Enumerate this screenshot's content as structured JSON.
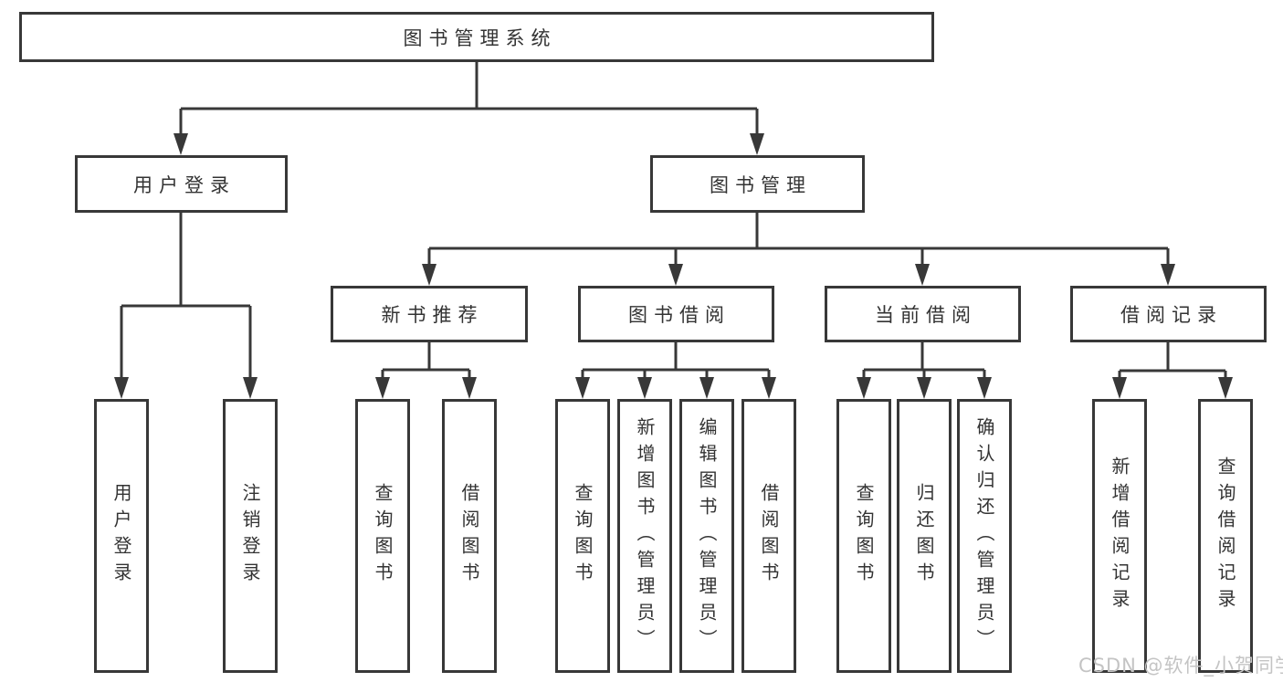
{
  "diagram": {
    "title": "图书管理系统",
    "branches": [
      {
        "label": "用户登录",
        "children": [
          "用户登录",
          "注销登录"
        ]
      },
      {
        "label": "图书管理",
        "sections": [
          {
            "label": "新书推荐",
            "children": [
              "查询图书",
              "借阅图书"
            ]
          },
          {
            "label": "图书借阅",
            "children": [
              "查询图书",
              "新增图书（管理员）",
              "编辑图书（管理员）",
              "借阅图书"
            ]
          },
          {
            "label": "当前借阅",
            "children": [
              "查询图书",
              "归还图书",
              "确认归还（管理员）"
            ]
          },
          {
            "label": "借阅记录",
            "children": [
              "新增借阅记录",
              "查询借阅记录"
            ]
          }
        ]
      }
    ],
    "colors": {
      "line": "#383838",
      "text": "#333333",
      "watermark": "#c4c4c4",
      "background": "#ffffff",
      "box_bg": "#ffffff"
    }
  },
  "watermark": {
    "text": "CSDN @软件_小贺同学"
  }
}
